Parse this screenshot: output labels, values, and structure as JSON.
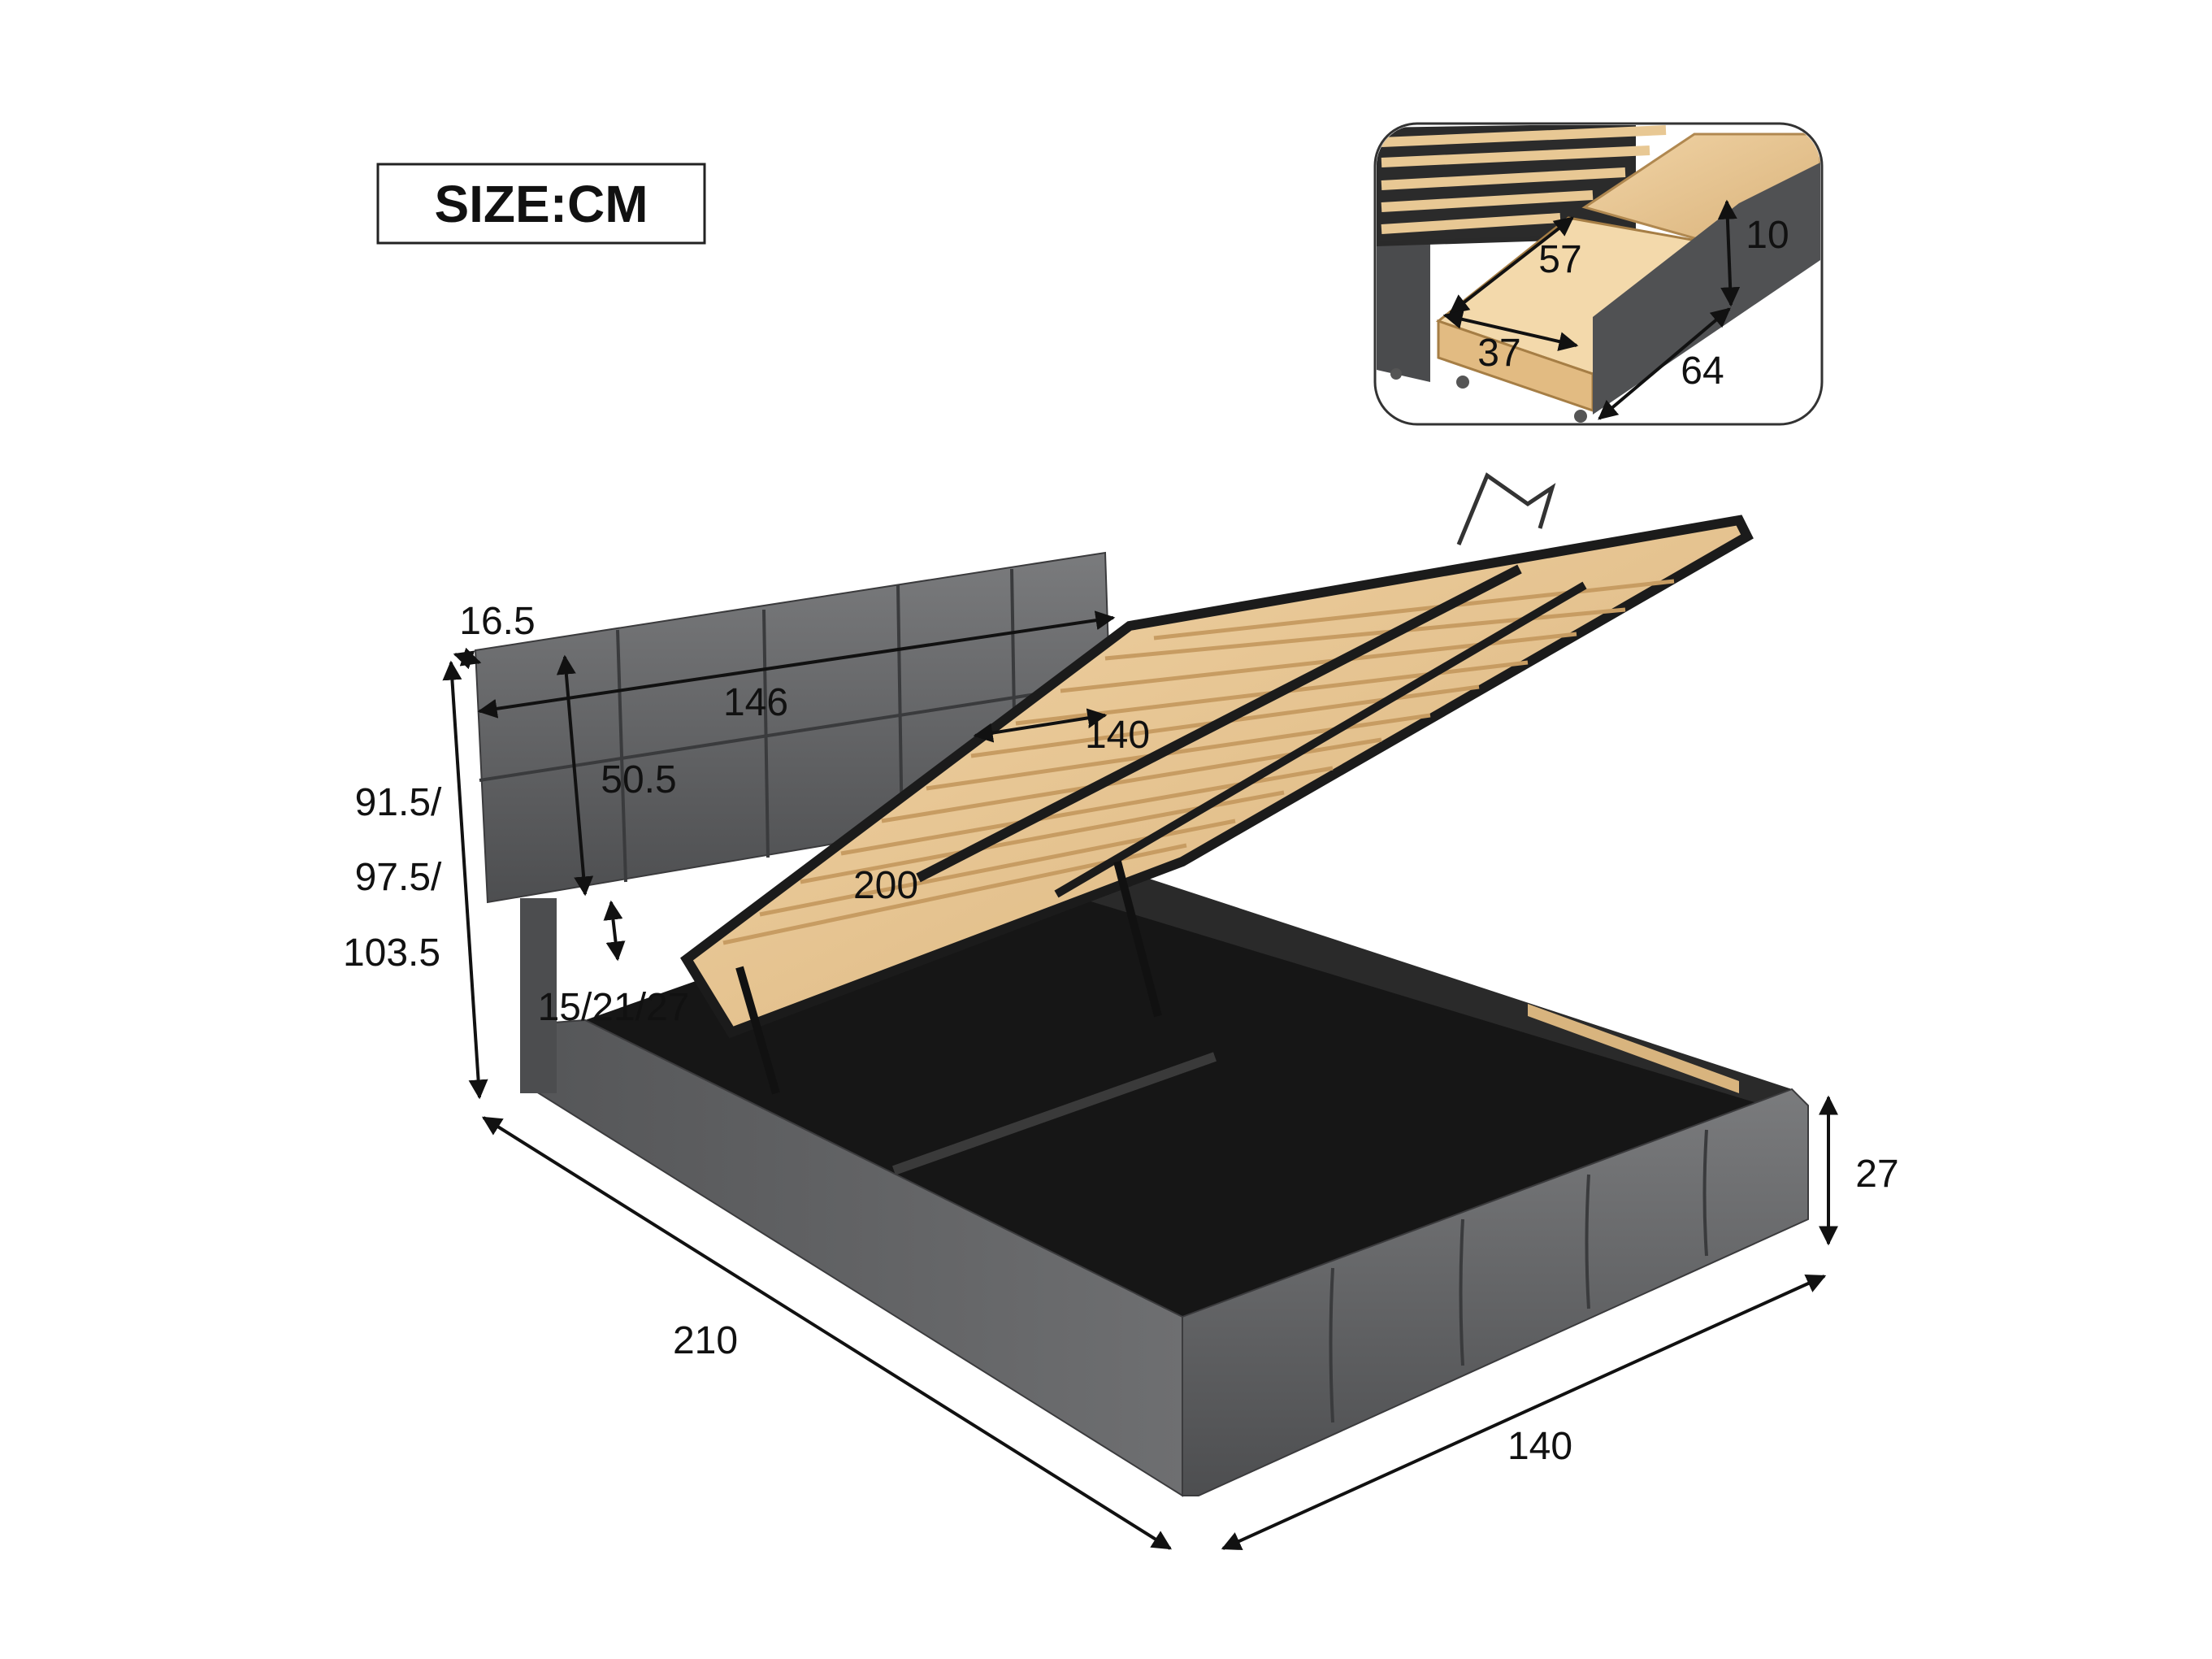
{
  "size_label": "SIZE:CM",
  "dimensions": {
    "headboard_depth": "16.5",
    "headboard_width": "146",
    "headboard_height": "50.5",
    "total_height_line1": "91.5/",
    "total_height_line2": "97.5/",
    "total_height_line3": "103.5",
    "leg_clearance": "15/21/27",
    "inner_width": "140",
    "inner_length": "200",
    "frame_height": "27",
    "total_length": "210",
    "total_width": "140"
  },
  "drawer_inset": {
    "drawer_inner_width": "57",
    "drawer_inner_depth": "37",
    "drawer_length": "64",
    "drawer_height": "10"
  },
  "colors": {
    "upholstery": "#5f6062",
    "upholstery_dark": "#3c3d3f",
    "storage_interior": "#1a1a1a",
    "wood_slats": "#e9c794",
    "metal_frame": "#1b1b1b"
  }
}
